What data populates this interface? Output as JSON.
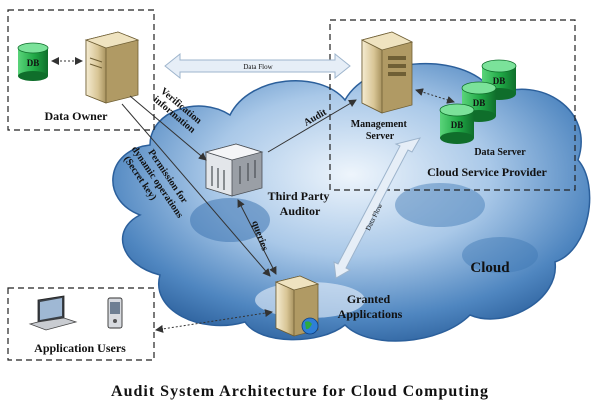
{
  "diagram": {
    "caption": "Audit System Architecture for Cloud Computing",
    "nodes": {
      "data_owner": "Data Owner",
      "db_owner": "DB",
      "management_server": [
        "Management",
        "Server"
      ],
      "data_server": "Data Server",
      "db_server": [
        "DB",
        "DB",
        "DB"
      ],
      "cloud_service_provider": "Cloud Service Provider",
      "third_party_auditor": [
        "Third Party",
        "Auditor"
      ],
      "granted_applications": [
        "Granted",
        "Applications"
      ],
      "application_users": "Application Users",
      "cloud": "Cloud"
    },
    "edges": {
      "data_flow_top": "Data Flow",
      "data_flow_diag": "Data Flow",
      "audit": "Audit",
      "verification_information": [
        "Verification",
        "information"
      ],
      "permission": [
        "Permission for",
        "dynamic operations",
        "(Secret key)"
      ],
      "queries": "queries"
    },
    "colors": {
      "cloud_light": "#dbe9f7",
      "cloud_dark": "#2f6aa8",
      "db_green": "#22b24c",
      "server_tan": "#d9c9a0",
      "arrow_fill": "#e6eef7"
    }
  }
}
